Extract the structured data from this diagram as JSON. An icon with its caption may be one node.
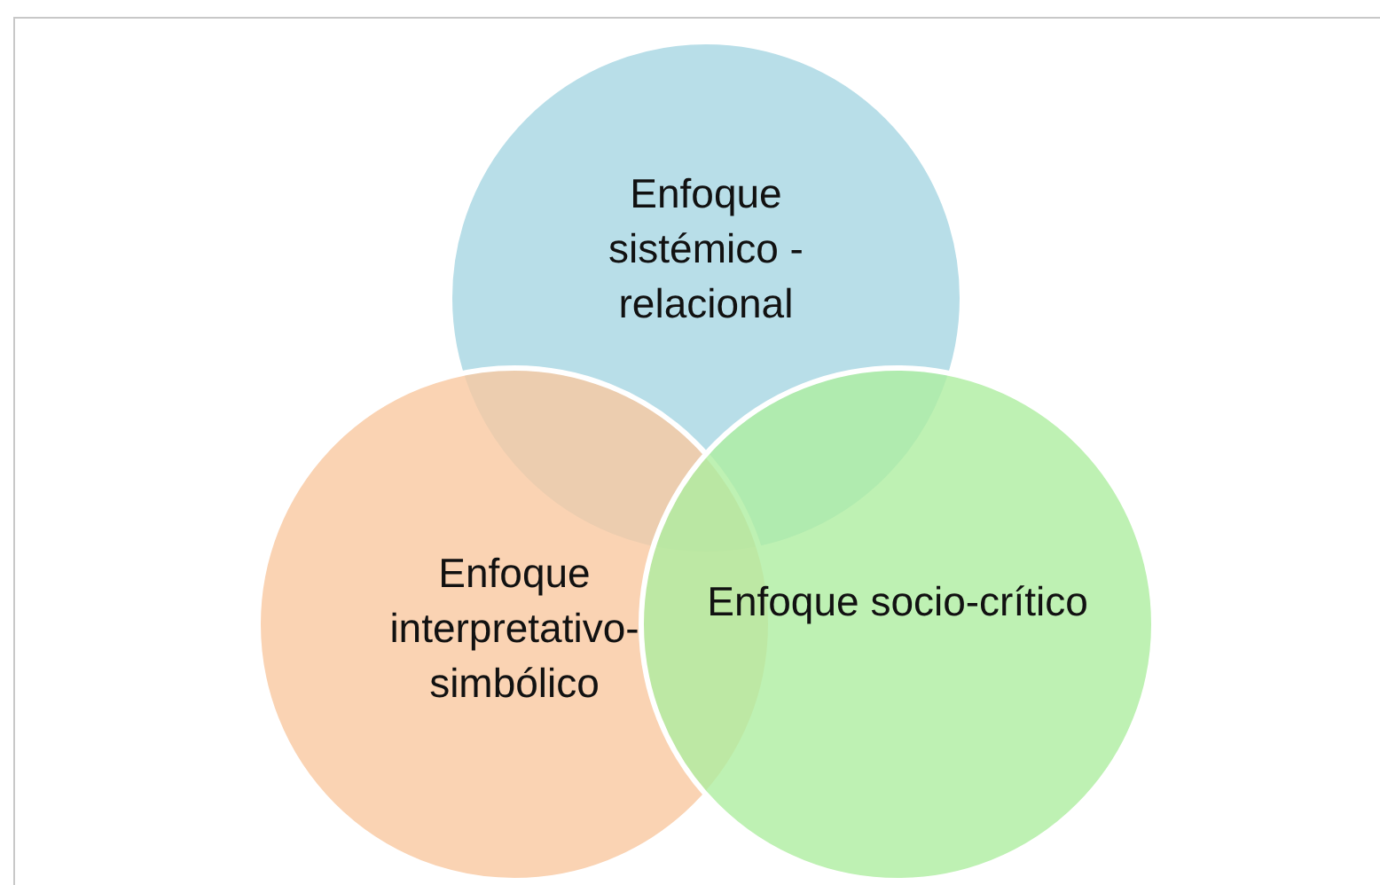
{
  "diagram": {
    "nodes": [
      {
        "text": [
          "Enfoque sistémico - relacional"
        ]
      },
      {
        "text": [
          "Enfoque interpretativo-simbólico"
        ]
      },
      {
        "text": [
          "Enfoque socio-crítico"
        ]
      }
    ]
  }
}
